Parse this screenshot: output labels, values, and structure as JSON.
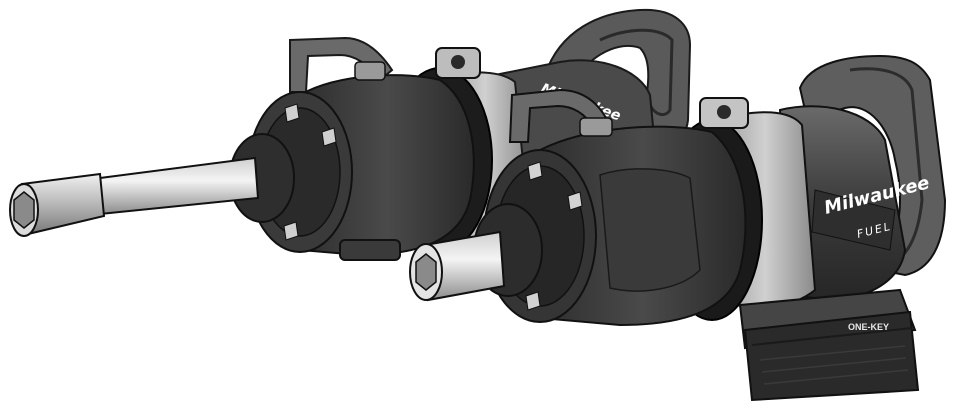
{
  "scene": {
    "subject": "two cordless impact wrenches",
    "colors": {
      "background": "#ffffff",
      "body_dark": "#3a3a3a",
      "body_mid": "#5c5c5c",
      "body_light": "#8a8a8a",
      "metal": "#b8b8b8",
      "metal_light": "#e2e2e2",
      "rubber": "#1e1e1e"
    }
  },
  "front_tool": {
    "brand_text": "Milwaukee",
    "product_line_text": "FUEL",
    "battery_text": "ONE-KEY"
  },
  "rear_tool": {
    "brand_text": "Milwaukee"
  }
}
